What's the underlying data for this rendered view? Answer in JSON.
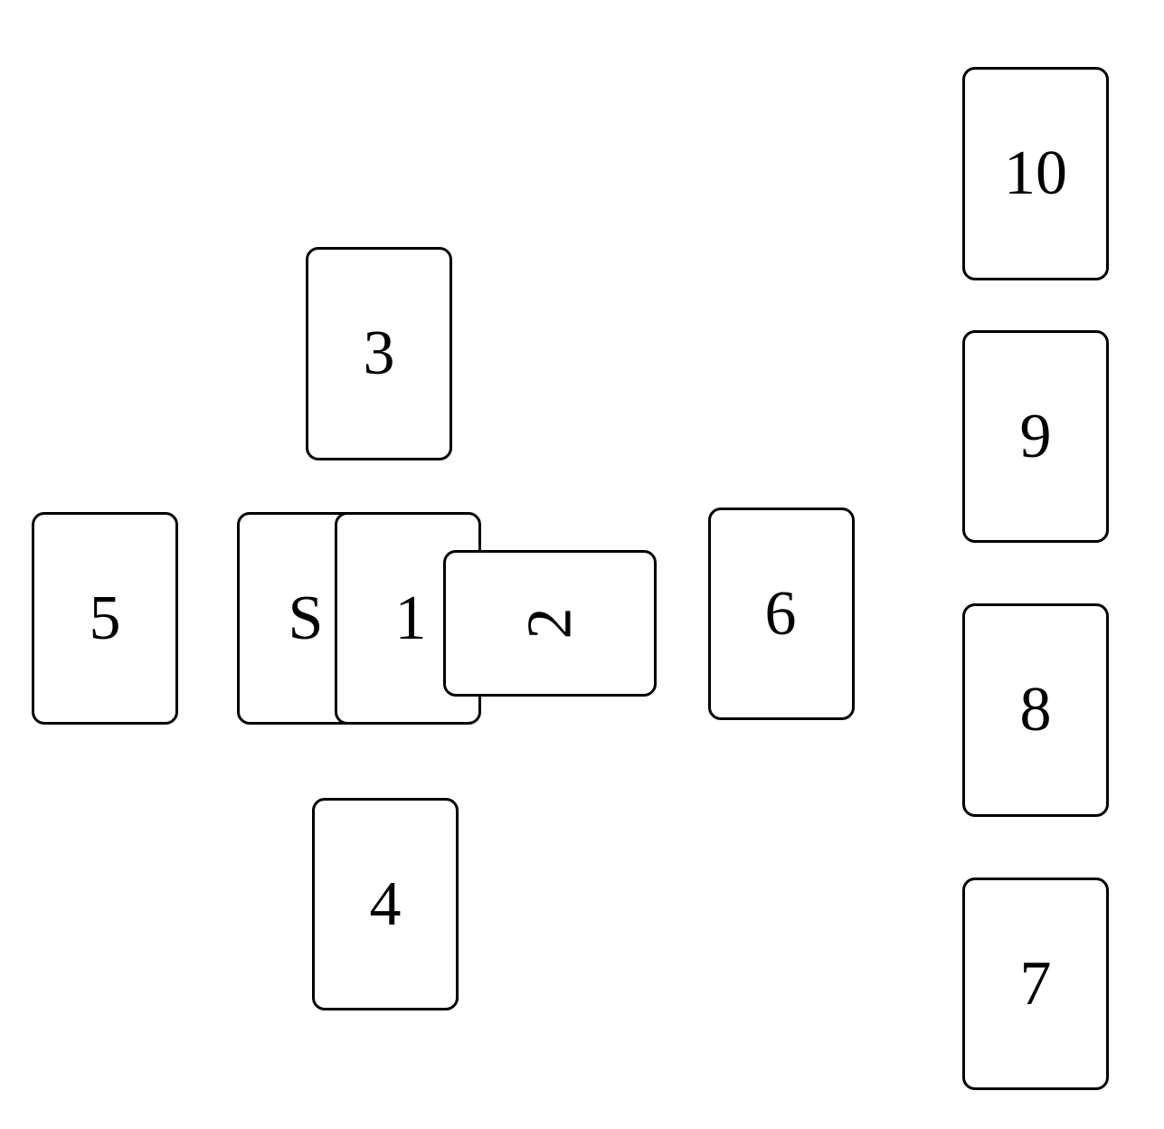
{
  "cards": {
    "significator": "S",
    "c1": "1",
    "c2": "2",
    "c3": "3",
    "c4": "4",
    "c5": "5",
    "c6": "6",
    "c7": "7",
    "c8": "8",
    "c9": "9",
    "c10": "10"
  }
}
